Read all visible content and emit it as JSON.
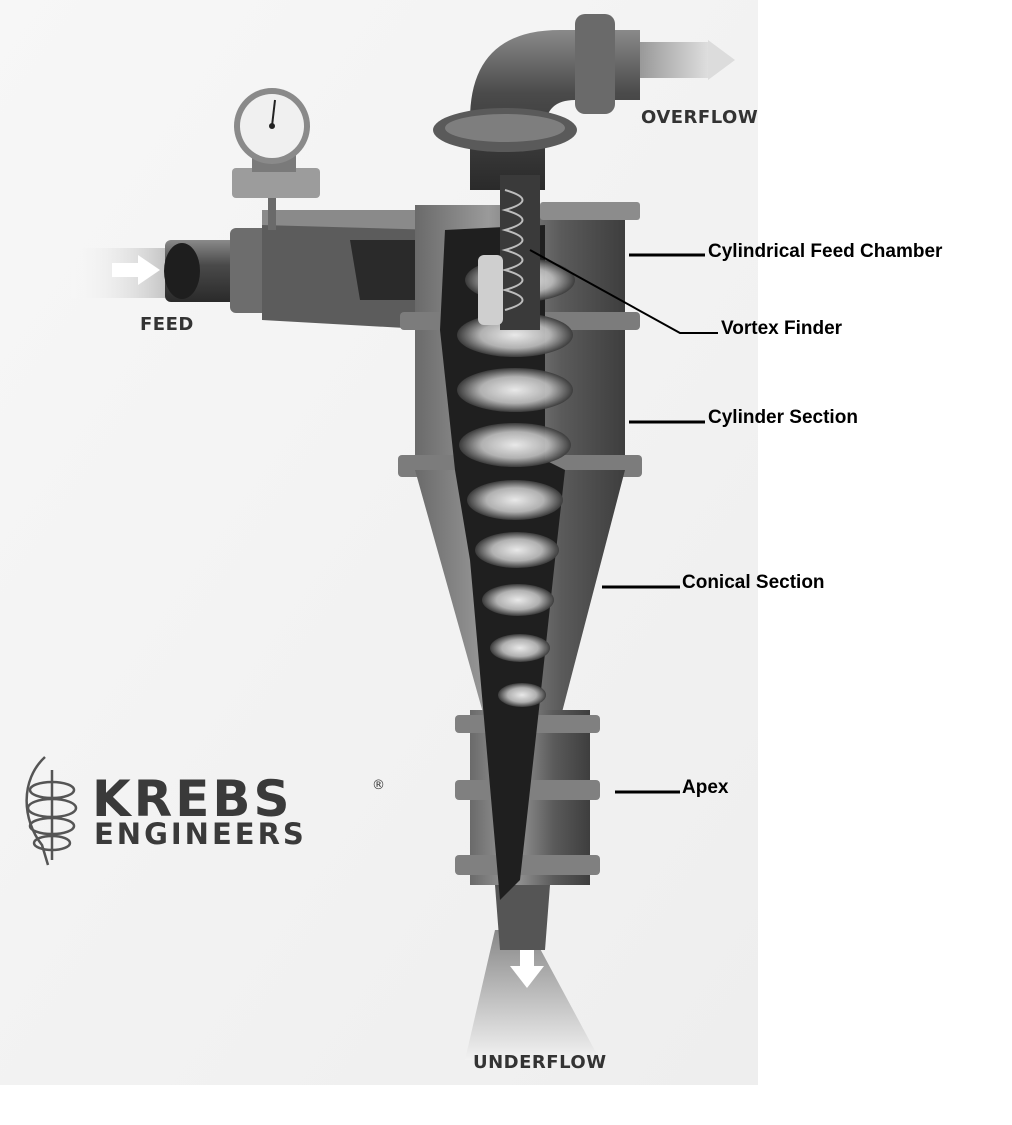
{
  "brand": {
    "name_line1": "KREBS",
    "name_line2": "ENGINEERS",
    "registered_mark": "®",
    "logo_icon": "spiral-cyclone-icon"
  },
  "flows": {
    "feed": "FEED",
    "overflow": "OVERFLOW",
    "underflow": "UNDERFLOW"
  },
  "callouts": [
    {
      "id": "cylindrical-feed-chamber",
      "label": "Cylindrical Feed Chamber"
    },
    {
      "id": "vortex-finder",
      "label": "Vortex Finder"
    },
    {
      "id": "cylinder-section",
      "label": "Cylinder Section"
    },
    {
      "id": "conical-section",
      "label": "Conical Section"
    },
    {
      "id": "apex",
      "label": "Apex"
    }
  ],
  "icons": [
    "pressure-gauge-icon",
    "feed-arrow-icon",
    "overflow-arrow-icon",
    "underflow-arrow-icon"
  ]
}
